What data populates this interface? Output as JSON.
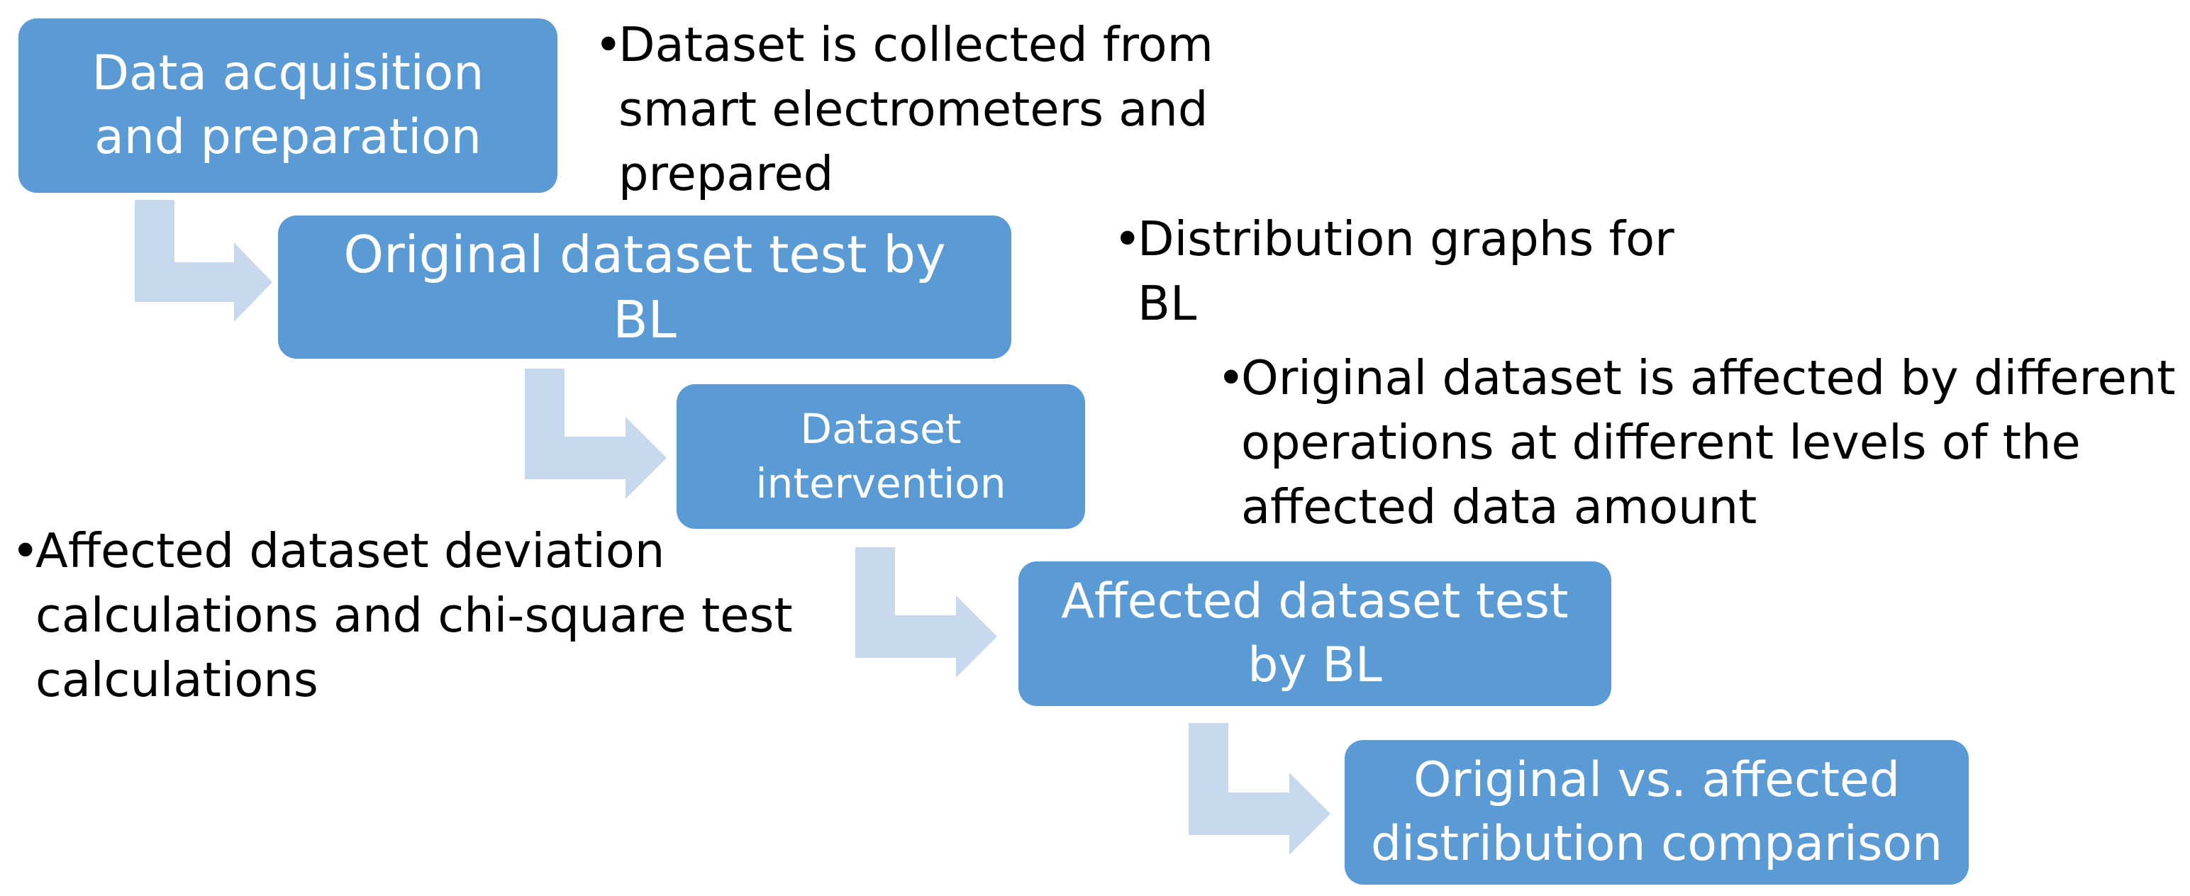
{
  "colors": {
    "box_fill": "#5b9bd5",
    "box_text": "#ffffff",
    "arrow_fill": "#c8d9ee",
    "note_text": "#000000"
  },
  "steps": [
    {
      "lines": [
        "Data acquisition",
        "and preparation"
      ]
    },
    {
      "lines": [
        "Original dataset test by",
        "BL"
      ]
    },
    {
      "lines": [
        "Dataset",
        "intervention"
      ]
    },
    {
      "lines": [
        "Affected dataset test",
        "by BL"
      ]
    },
    {
      "lines": [
        "Original vs. affected",
        "distribution comparison"
      ]
    }
  ],
  "notes": [
    {
      "bullet": "•",
      "lines": [
        "Dataset is collected from",
        "smart electrometers and",
        "prepared"
      ]
    },
    {
      "bullet": "•",
      "lines": [
        "Distribution graphs for",
        "BL"
      ]
    },
    {
      "bullet": "•",
      "lines": [
        "Original dataset is affected by different",
        "operations at different levels of the",
        "affected data amount"
      ]
    },
    {
      "bullet": "•",
      "lines": [
        "Affected dataset deviation",
        "calculations and chi-square test",
        "calculations"
      ]
    }
  ]
}
